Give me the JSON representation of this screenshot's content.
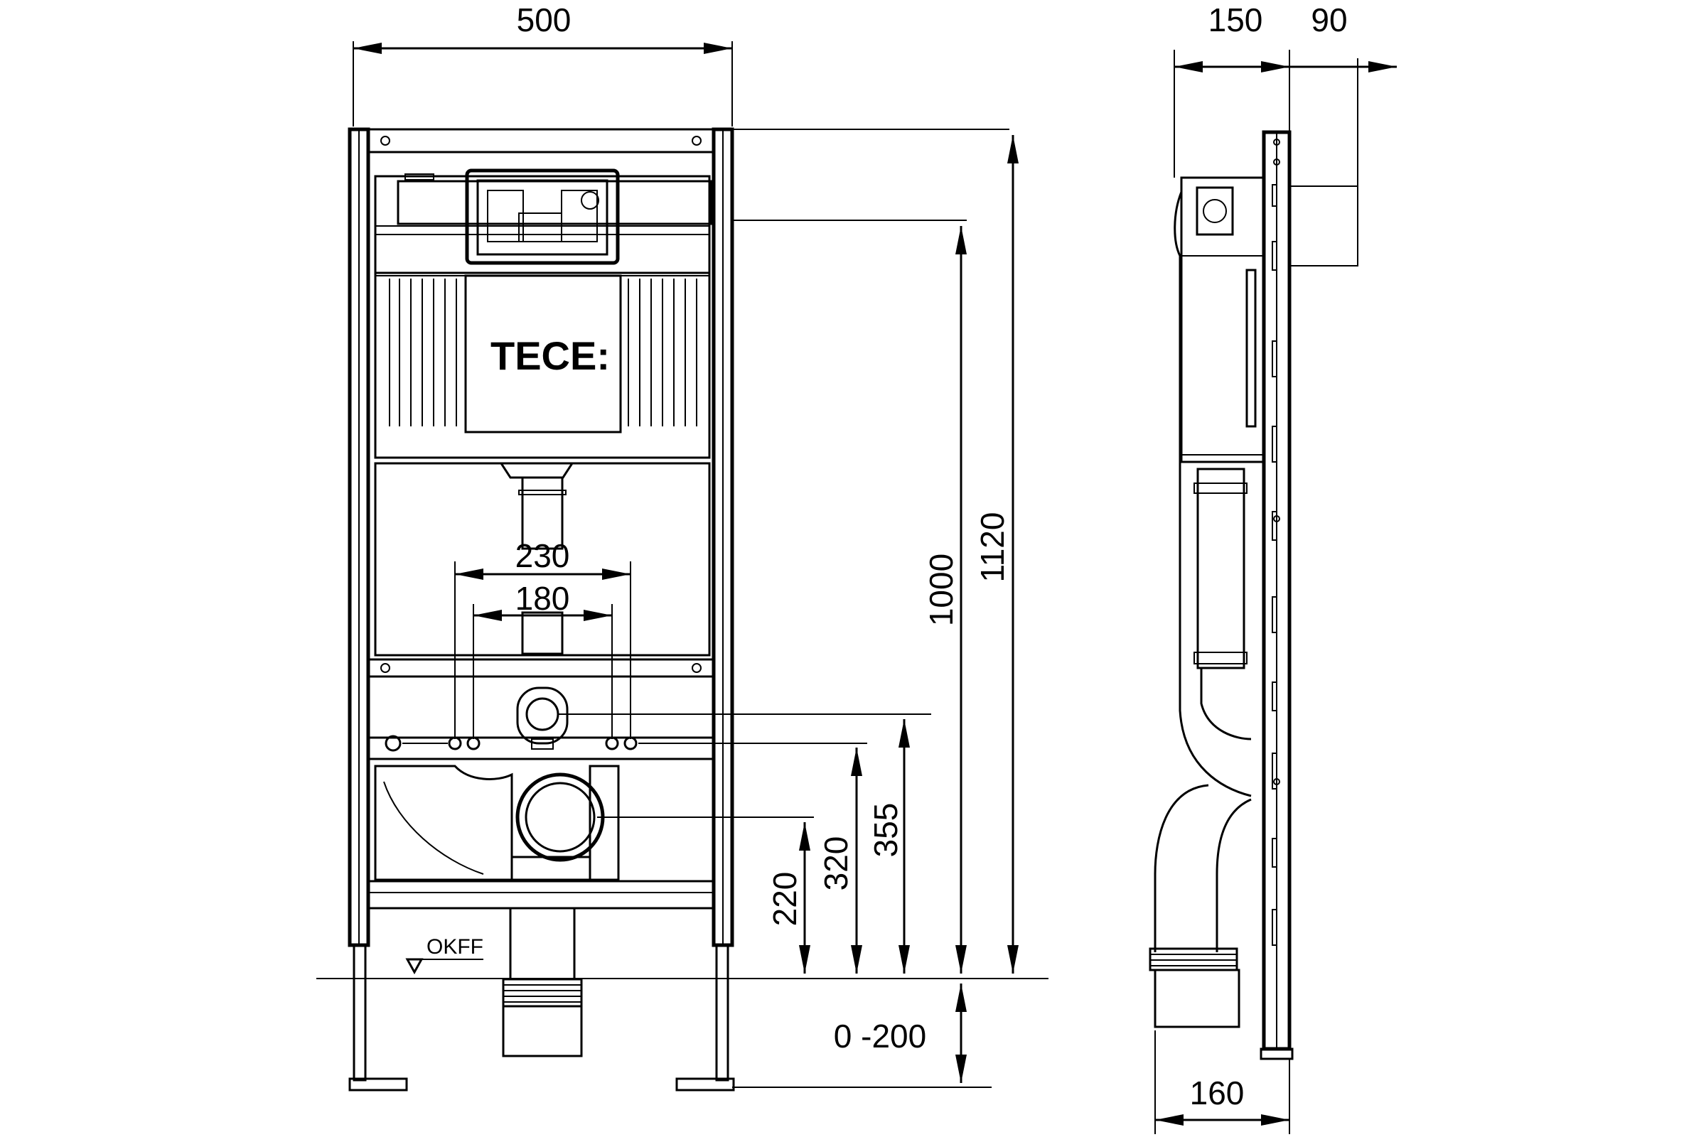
{
  "brand": {
    "logo_text": "TECE:"
  },
  "level_marker": "OKFF",
  "dimensions": {
    "frame_width": "500",
    "tank_depth": "150",
    "extra_depth": "90",
    "bottom_depth": "160",
    "bolt_spacing_outer": "230",
    "bolt_spacing_inner": "180",
    "height_1000": "1000",
    "height_1120": "1120",
    "height_355": "355",
    "height_320": "320",
    "height_220": "220",
    "leg_adjust": "0 -200"
  }
}
